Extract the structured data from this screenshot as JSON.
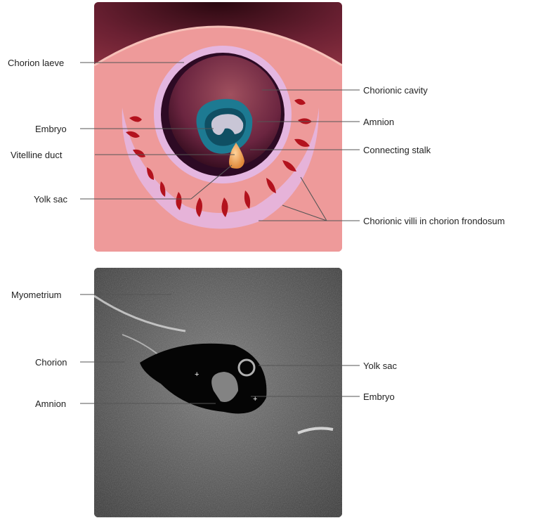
{
  "illustration": {
    "labels_left": {
      "chorion_laeve": "Chorion laeve",
      "embryo": "Embryo",
      "vitelline_duct": "Vitelline duct",
      "yolk_sac": "Yolk sac"
    },
    "labels_right": {
      "chorionic_cavity": "Chorionic cavity",
      "amnion": "Amnion",
      "connecting_stalk": "Connecting stalk",
      "chorionic_villi": "Chorionic villi in chorion frondosum"
    }
  },
  "ultrasound": {
    "labels_left": {
      "myometrium": "Myometrium",
      "chorion": "Chorion",
      "amnion": "Amnion"
    },
    "labels_right": {
      "yolk_sac": "Yolk sac",
      "embryo": "Embryo"
    }
  },
  "colors": {
    "uterine_wall": "#5a1a2a",
    "decidua": "#ee9a9a",
    "chorion_membrane": "#e4b6e0",
    "chorionic_cavity": "#6b2540",
    "amnion": "#1d7a92",
    "embryo": "#c9c6d6",
    "yolk_sac": "#f2a25b",
    "villi_blood": "#b3121d",
    "leader_line": "#555555"
  }
}
